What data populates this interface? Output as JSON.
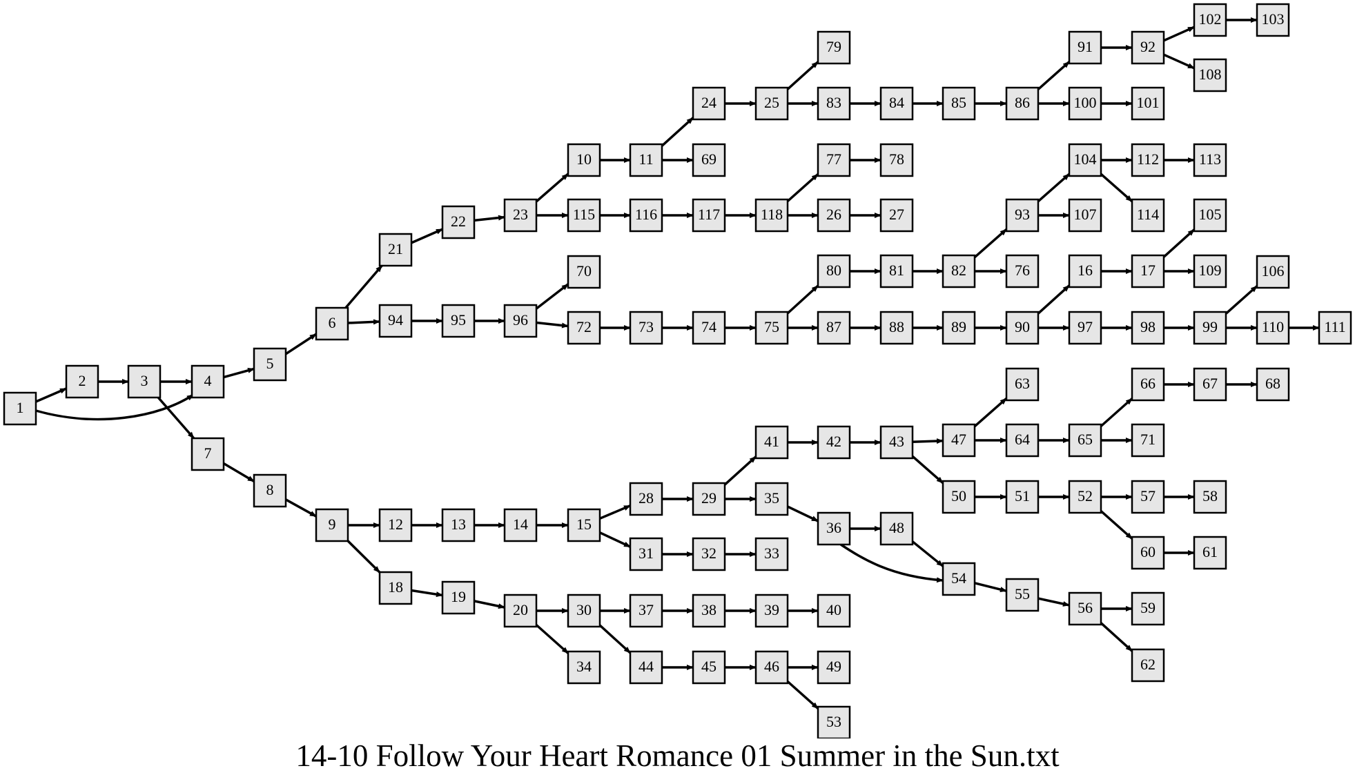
{
  "caption": "14-10 Follow Your Heart Romance 01 Summer in the Sun.txt",
  "nodes": [
    "1",
    "2",
    "3",
    "4",
    "5",
    "6",
    "7",
    "8",
    "9",
    "10",
    "11",
    "12",
    "13",
    "14",
    "15",
    "16",
    "17",
    "18",
    "19",
    "20",
    "21",
    "22",
    "23",
    "24",
    "25",
    "26",
    "27",
    "28",
    "29",
    "30",
    "31",
    "32",
    "33",
    "34",
    "35",
    "36",
    "37",
    "38",
    "39",
    "40",
    "41",
    "42",
    "43",
    "44",
    "45",
    "46",
    "47",
    "48",
    "49",
    "50",
    "51",
    "52",
    "53",
    "54",
    "55",
    "56",
    "57",
    "58",
    "59",
    "60",
    "61",
    "62",
    "63",
    "64",
    "65",
    "66",
    "67",
    "68",
    "69",
    "70",
    "71",
    "72",
    "73",
    "74",
    "75",
    "76",
    "77",
    "78",
    "79",
    "80",
    "81",
    "82",
    "83",
    "84",
    "85",
    "86",
    "87",
    "88",
    "89",
    "90",
    "91",
    "92",
    "93",
    "94",
    "95",
    "96",
    "97",
    "98",
    "99",
    "100",
    "101",
    "102",
    "103",
    "104",
    "105",
    "106",
    "107",
    "108",
    "109",
    "110",
    "111",
    "112",
    "113",
    "114",
    "115",
    "116",
    "117",
    "118"
  ],
  "edges": [
    [
      "1",
      "2"
    ],
    [
      "1",
      "4"
    ],
    [
      "2",
      "3"
    ],
    [
      "3",
      "4"
    ],
    [
      "3",
      "7"
    ],
    [
      "4",
      "5"
    ],
    [
      "5",
      "6"
    ],
    [
      "6",
      "21"
    ],
    [
      "6",
      "94"
    ],
    [
      "21",
      "22"
    ],
    [
      "22",
      "23"
    ],
    [
      "23",
      "10"
    ],
    [
      "23",
      "115"
    ],
    [
      "10",
      "11"
    ],
    [
      "11",
      "24"
    ],
    [
      "11",
      "69"
    ],
    [
      "24",
      "25"
    ],
    [
      "25",
      "79"
    ],
    [
      "25",
      "83"
    ],
    [
      "83",
      "84"
    ],
    [
      "84",
      "85"
    ],
    [
      "85",
      "86"
    ],
    [
      "86",
      "91"
    ],
    [
      "86",
      "100"
    ],
    [
      "91",
      "92"
    ],
    [
      "92",
      "102"
    ],
    [
      "92",
      "108"
    ],
    [
      "102",
      "103"
    ],
    [
      "100",
      "101"
    ],
    [
      "115",
      "116"
    ],
    [
      "116",
      "117"
    ],
    [
      "117",
      "118"
    ],
    [
      "118",
      "77"
    ],
    [
      "118",
      "26"
    ],
    [
      "77",
      "78"
    ],
    [
      "26",
      "27"
    ],
    [
      "94",
      "95"
    ],
    [
      "95",
      "96"
    ],
    [
      "96",
      "70"
    ],
    [
      "96",
      "72"
    ],
    [
      "72",
      "73"
    ],
    [
      "73",
      "74"
    ],
    [
      "74",
      "75"
    ],
    [
      "75",
      "80"
    ],
    [
      "75",
      "87"
    ],
    [
      "80",
      "81"
    ],
    [
      "81",
      "82"
    ],
    [
      "82",
      "93"
    ],
    [
      "82",
      "76"
    ],
    [
      "93",
      "104"
    ],
    [
      "93",
      "107"
    ],
    [
      "104",
      "112"
    ],
    [
      "104",
      "114"
    ],
    [
      "112",
      "113"
    ],
    [
      "87",
      "88"
    ],
    [
      "88",
      "89"
    ],
    [
      "89",
      "90"
    ],
    [
      "90",
      "16"
    ],
    [
      "90",
      "97"
    ],
    [
      "16",
      "17"
    ],
    [
      "17",
      "105"
    ],
    [
      "17",
      "109"
    ],
    [
      "97",
      "98"
    ],
    [
      "98",
      "99"
    ],
    [
      "99",
      "106"
    ],
    [
      "99",
      "110"
    ],
    [
      "110",
      "111"
    ],
    [
      "7",
      "8"
    ],
    [
      "8",
      "9"
    ],
    [
      "9",
      "12"
    ],
    [
      "9",
      "18"
    ],
    [
      "12",
      "13"
    ],
    [
      "13",
      "14"
    ],
    [
      "14",
      "15"
    ],
    [
      "15",
      "28"
    ],
    [
      "15",
      "31"
    ],
    [
      "28",
      "29"
    ],
    [
      "29",
      "41"
    ],
    [
      "29",
      "35"
    ],
    [
      "41",
      "42"
    ],
    [
      "42",
      "43"
    ],
    [
      "43",
      "47"
    ],
    [
      "43",
      "50"
    ],
    [
      "47",
      "63"
    ],
    [
      "47",
      "64"
    ],
    [
      "64",
      "65"
    ],
    [
      "65",
      "66"
    ],
    [
      "65",
      "71"
    ],
    [
      "66",
      "67"
    ],
    [
      "67",
      "68"
    ],
    [
      "50",
      "51"
    ],
    [
      "51",
      "52"
    ],
    [
      "52",
      "57"
    ],
    [
      "52",
      "60"
    ],
    [
      "57",
      "58"
    ],
    [
      "60",
      "61"
    ],
    [
      "35",
      "36"
    ],
    [
      "36",
      "48"
    ],
    [
      "36",
      "54"
    ],
    [
      "48",
      "54"
    ],
    [
      "54",
      "55"
    ],
    [
      "55",
      "56"
    ],
    [
      "56",
      "59"
    ],
    [
      "56",
      "62"
    ],
    [
      "31",
      "32"
    ],
    [
      "32",
      "33"
    ],
    [
      "18",
      "19"
    ],
    [
      "19",
      "20"
    ],
    [
      "20",
      "30"
    ],
    [
      "20",
      "34"
    ],
    [
      "30",
      "37"
    ],
    [
      "30",
      "44"
    ],
    [
      "37",
      "38"
    ],
    [
      "38",
      "39"
    ],
    [
      "39",
      "40"
    ],
    [
      "44",
      "45"
    ],
    [
      "45",
      "46"
    ],
    [
      "46",
      "49"
    ],
    [
      "46",
      "53"
    ]
  ]
}
